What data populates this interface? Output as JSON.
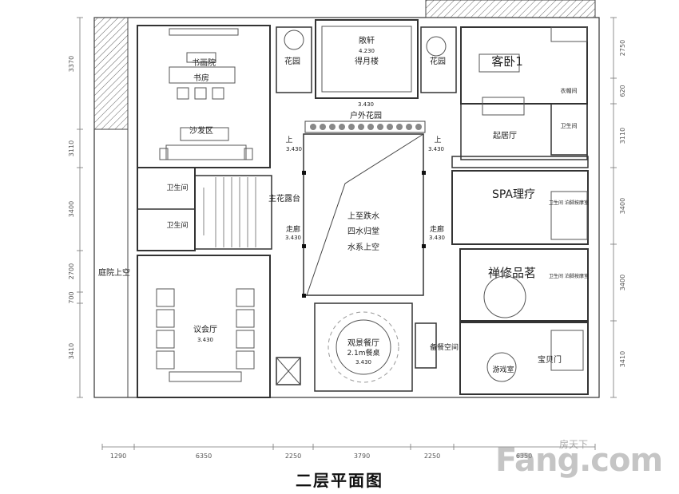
{
  "title": "二层平面图",
  "watermark": {
    "text": "Fang.com",
    "subtext": "房天下"
  },
  "rooms": {
    "study_top": "书画院",
    "study": "书房",
    "sofa": "沙发区",
    "bath1": "卫生间",
    "bath2": "卫生间",
    "terrace": "主花露台",
    "meeting": "议会厅",
    "meeting_level": "3.430",
    "court_void": "庭院上空",
    "pavilion": "敞轩",
    "pavilion_name": "得月楼",
    "pavilion_level": "4.230",
    "garden_left": "花园",
    "garden_right": "花园",
    "outdoor_garden": "户外花园",
    "outdoor_level": "3.430",
    "void1": "上至跌水",
    "void2": "四水归堂",
    "void3": "水系上空",
    "corridor_left": "走廊",
    "corridor_left_level": "3.430",
    "corridor_right": "走廊",
    "corridor_right_level": "3.430",
    "up_left": "上",
    "up_left_level": "3.430",
    "up_right": "上",
    "up_right_level": "3.430",
    "dining": "观景餐厅",
    "dining_sub": "2.1m餐桌",
    "dining_level": "3.430",
    "service": "备餐空间",
    "guest": "客卧1",
    "lounge": "起居厅",
    "spa": "SPA理疗",
    "zen": "禅修品茗",
    "baby": "宝贝门",
    "playroom": "游戏室",
    "closet": "衣帽间",
    "bath_guest": "卫生间",
    "bath_spa": "卫生间\n泊脚按摩室",
    "bath_zen": "卫生间\n泊脚按摩室"
  },
  "dims": {
    "left": [
      "3370",
      "3110",
      "3400",
      "2700",
      "700",
      "3410"
    ],
    "right": [
      "2750",
      "620",
      "3110",
      "3400",
      "3400",
      "3410"
    ],
    "bottom": [
      "1290",
      "6350",
      "2250",
      "3790",
      "2250",
      "6350"
    ]
  }
}
